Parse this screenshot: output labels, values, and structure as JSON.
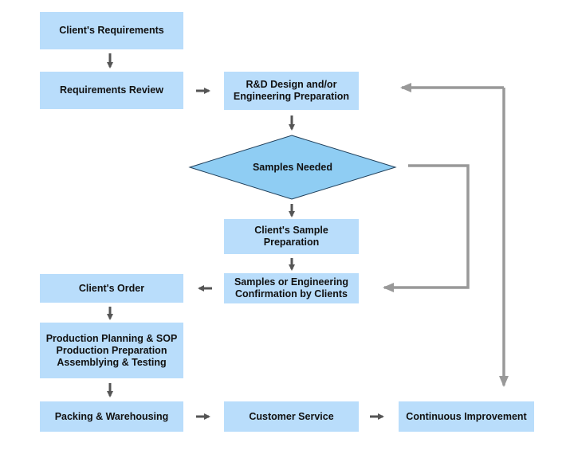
{
  "nodes": {
    "clients_requirements": "Client's Requirements",
    "requirements_review": "Requirements Review",
    "rd_design": [
      "R&D Design and/or",
      "Engineering Preparation"
    ],
    "samples_needed": "Samples Needed",
    "clients_sample_preparation": [
      "Client's Sample",
      "Preparation"
    ],
    "samples_confirmation": [
      "Samples or Engineering",
      "Confirmation by Clients"
    ],
    "clients_order": "Client's Order",
    "production": [
      "Production Planning & SOP",
      "Production Preparation",
      "Assemblying & Testing"
    ],
    "packing": "Packing & Warehousing",
    "customer_service": "Customer Service",
    "continuous_improvement": "Continuous Improvement"
  },
  "colors": {
    "box_fill": "#b9ddfb",
    "diamond_fill": "#8fcdf3",
    "arrow": "#555555",
    "feedback_line": "#999999"
  }
}
